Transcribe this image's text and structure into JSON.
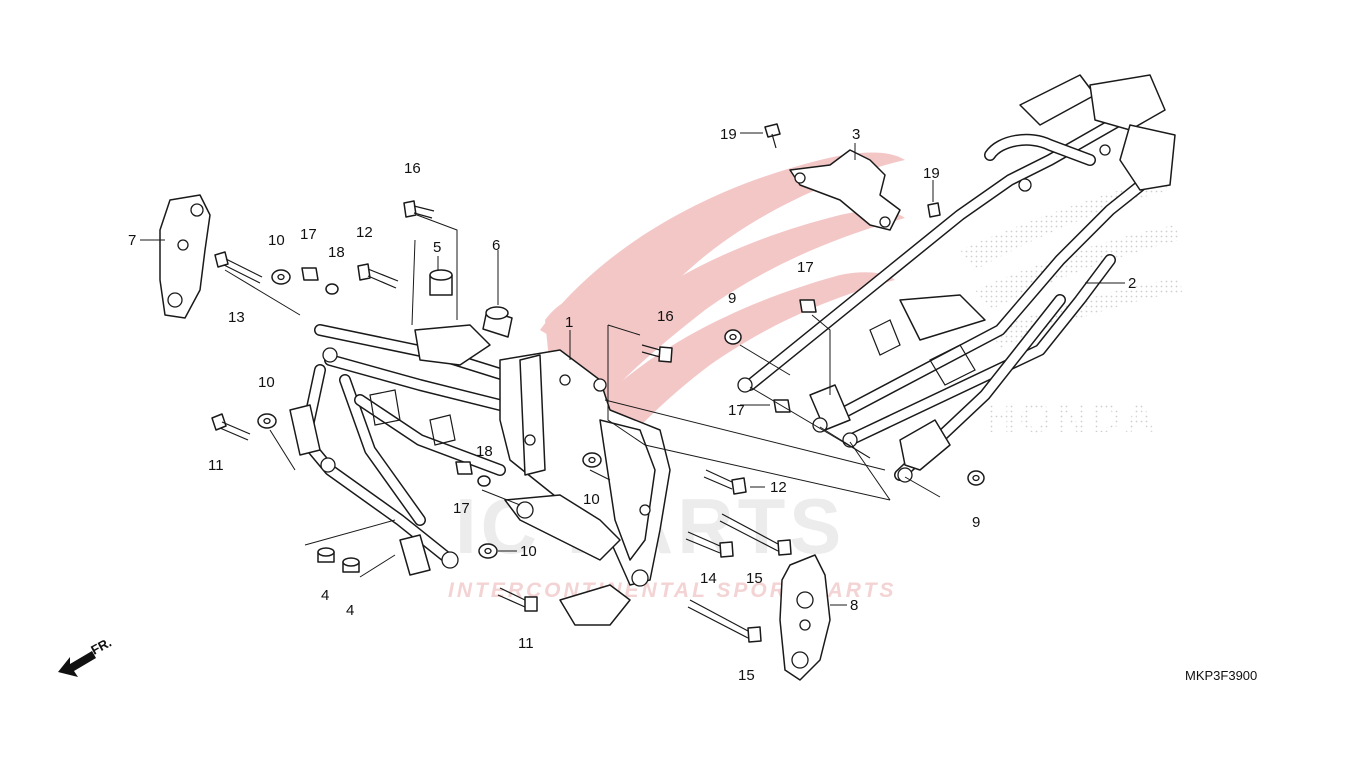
{
  "diagram": {
    "code": "MKP3F3900",
    "direction_label": "FR.",
    "watermark": {
      "main": "IC  PARTS",
      "sub": "INTERCONTINENTAL SPORT PARTS",
      "brand": "HONDA"
    },
    "colors": {
      "watermark_red": "#e06060",
      "line": "#1a1a1a"
    },
    "callouts": [
      {
        "id": "c1",
        "label": "1"
      },
      {
        "id": "c2",
        "label": "2"
      },
      {
        "id": "c3",
        "label": "3"
      },
      {
        "id": "c4a",
        "label": "4"
      },
      {
        "id": "c4b",
        "label": "4"
      },
      {
        "id": "c5",
        "label": "5"
      },
      {
        "id": "c6",
        "label": "6"
      },
      {
        "id": "c7",
        "label": "7"
      },
      {
        "id": "c8",
        "label": "8"
      },
      {
        "id": "c9a",
        "label": "9"
      },
      {
        "id": "c9b",
        "label": "9"
      },
      {
        "id": "c10a",
        "label": "10"
      },
      {
        "id": "c10b",
        "label": "10"
      },
      {
        "id": "c10c",
        "label": "10"
      },
      {
        "id": "c10d",
        "label": "10"
      },
      {
        "id": "c11a",
        "label": "11"
      },
      {
        "id": "c11b",
        "label": "11"
      },
      {
        "id": "c12a",
        "label": "12"
      },
      {
        "id": "c12b",
        "label": "12"
      },
      {
        "id": "c13",
        "label": "13"
      },
      {
        "id": "c14",
        "label": "14"
      },
      {
        "id": "c15a",
        "label": "15"
      },
      {
        "id": "c15b",
        "label": "15"
      },
      {
        "id": "c16a",
        "label": "16"
      },
      {
        "id": "c16b",
        "label": "16"
      },
      {
        "id": "c17a",
        "label": "17"
      },
      {
        "id": "c17b",
        "label": "17"
      },
      {
        "id": "c17c",
        "label": "17"
      },
      {
        "id": "c17d",
        "label": "17"
      },
      {
        "id": "c18a",
        "label": "18"
      },
      {
        "id": "c18b",
        "label": "18"
      },
      {
        "id": "c19a",
        "label": "19"
      },
      {
        "id": "c19b",
        "label": "19"
      }
    ]
  }
}
